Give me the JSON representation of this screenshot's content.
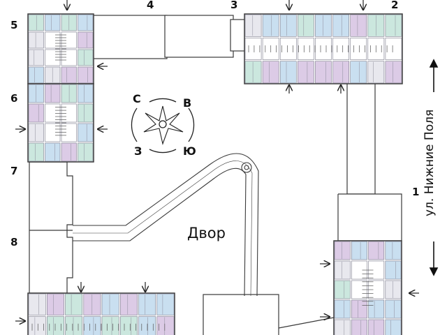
{
  "sections": [
    {
      "id": "1",
      "label": "1"
    },
    {
      "id": "2",
      "label": "2"
    },
    {
      "id": "3",
      "label": "3"
    },
    {
      "id": "4",
      "label": "4"
    },
    {
      "id": "5",
      "label": "5"
    },
    {
      "id": "6",
      "label": "6"
    },
    {
      "id": "7",
      "label": "7"
    },
    {
      "id": "8",
      "label": "8"
    }
  ],
  "yard_label": "Двор",
  "street_label": "ул. Нижние Поля",
  "compass": {
    "north": "С",
    "east": "В",
    "west": "З",
    "south": "Ю"
  },
  "colors": {
    "lines": "#3a3a3a",
    "apt_blue": "#c9dff0",
    "apt_purple": "#dccbe6",
    "apt_green": "#cbe7de",
    "apt_gray": "#e8e8ee"
  },
  "icons": [
    "entrance-arrow-icon",
    "compass-rose-icon",
    "street-direction-arrow-icon",
    "elevator-icon"
  ]
}
